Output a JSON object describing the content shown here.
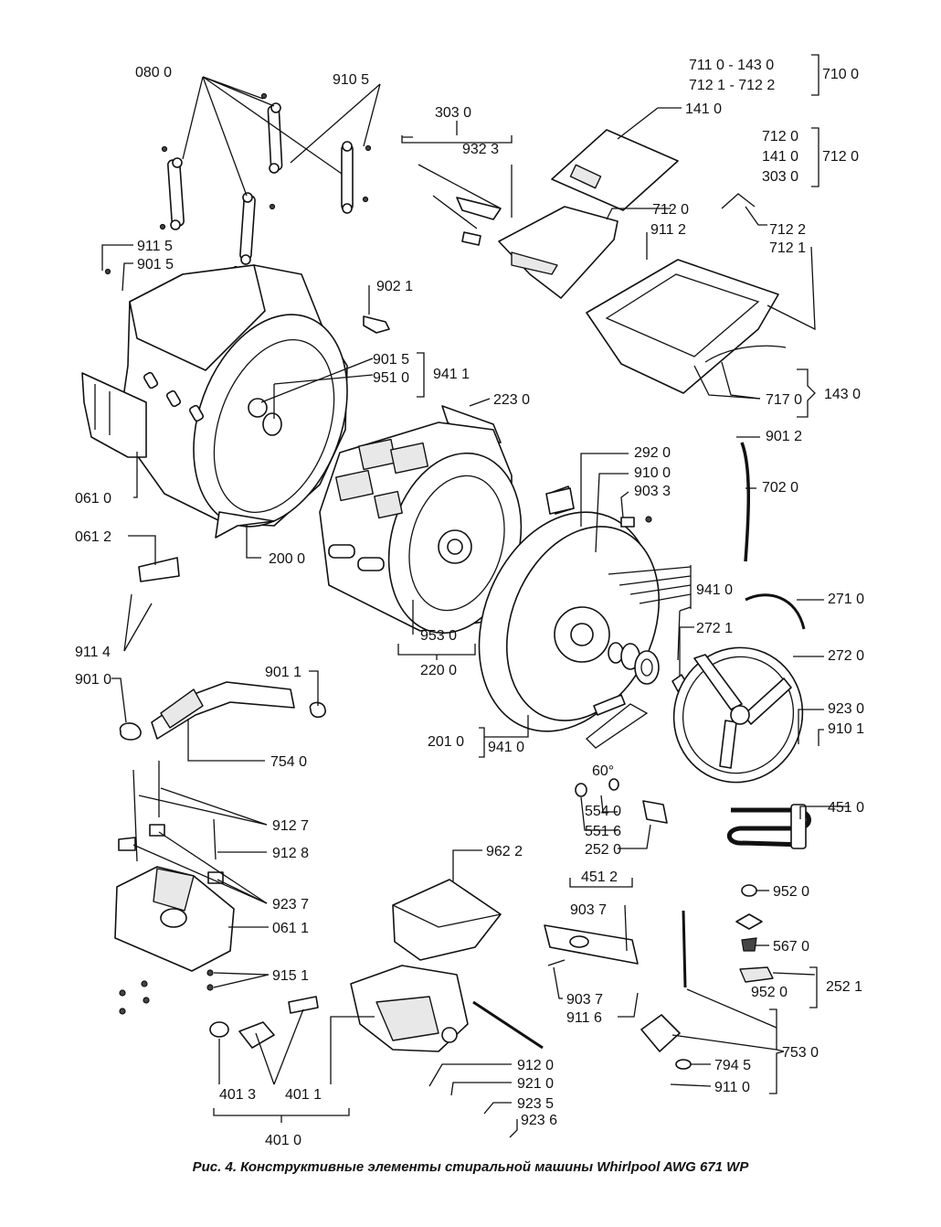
{
  "caption": "Рис. 4. Конструктивные элементы стиральной машины Whirlpool AWG 671 WP",
  "labels": {
    "l080_0": "080 0",
    "l910_5": "910 5",
    "l303_0": "303 0",
    "l932_3": "932 3",
    "l711_0": "711 0 - 143 0",
    "l712_1": "712 1 - 712 2",
    "l710_0": "710 0",
    "l141_0": "141 0",
    "l712_0a": "712 0",
    "l141_0b": "141 0",
    "l303_0b": "303 0",
    "l712_0g": "712 0",
    "l712_0c": "712 0",
    "l911_2": "911 2",
    "l712_2": "712 2",
    "l712_1b": "712 1",
    "l911_5": "911 5",
    "l901_5": "901 5",
    "l902_1": "902 1",
    "l901_5b": "901 5",
    "l951_0": "951 0",
    "l941_1": "941 1",
    "l223_0": "223 0",
    "l717_0": "717 0",
    "l143_0": "143 0",
    "l901_2": "901 2",
    "l292_0": "292 0",
    "l910_0": "910 0",
    "l903_3": "903 3",
    "l702_0": "702 0",
    "l061_0": "061 0",
    "l200_0": "200 0",
    "l061_2": "061 2",
    "l941_0": "941 0",
    "l271_0": "271 0",
    "l272_1": "272 1",
    "l272_0": "272 0",
    "l953_0": "953 0",
    "l220_0": "220 0",
    "l911_4": "911 4",
    "l901_0": "901 0",
    "l901_1": "901 1",
    "l923_0": "923 0",
    "l910_1": "910 1",
    "l754_0": "754 0",
    "l201_0": "201 0",
    "l941_0b": "941 0",
    "l60": "60°",
    "l554_0": "554 0",
    "l551_6": "551 6",
    "l252_0": "252 0",
    "l451_0": "451 0",
    "l912_7": "912 7",
    "l912_8": "912 8",
    "l962_2": "962 2",
    "l451_2": "451 2",
    "l952_0": "952 0",
    "l923_7": "923 7",
    "l903_7": "903 7",
    "l567_0": "567 0",
    "l061_1": "061 1",
    "l952_0b": "952 0",
    "l252_1": "252 1",
    "l915_1": "915 1",
    "l903_7b": "903 7",
    "l911_6": "911 6",
    "l753_0": "753 0",
    "l912_0": "912 0",
    "l921_0": "921 0",
    "l794_5": "794 5",
    "l911_0": "911 0",
    "l923_5": "923 5",
    "l923_6": "923 6",
    "l401_3": "401 3",
    "l401_1": "401 1",
    "l401_0": "401 0"
  }
}
